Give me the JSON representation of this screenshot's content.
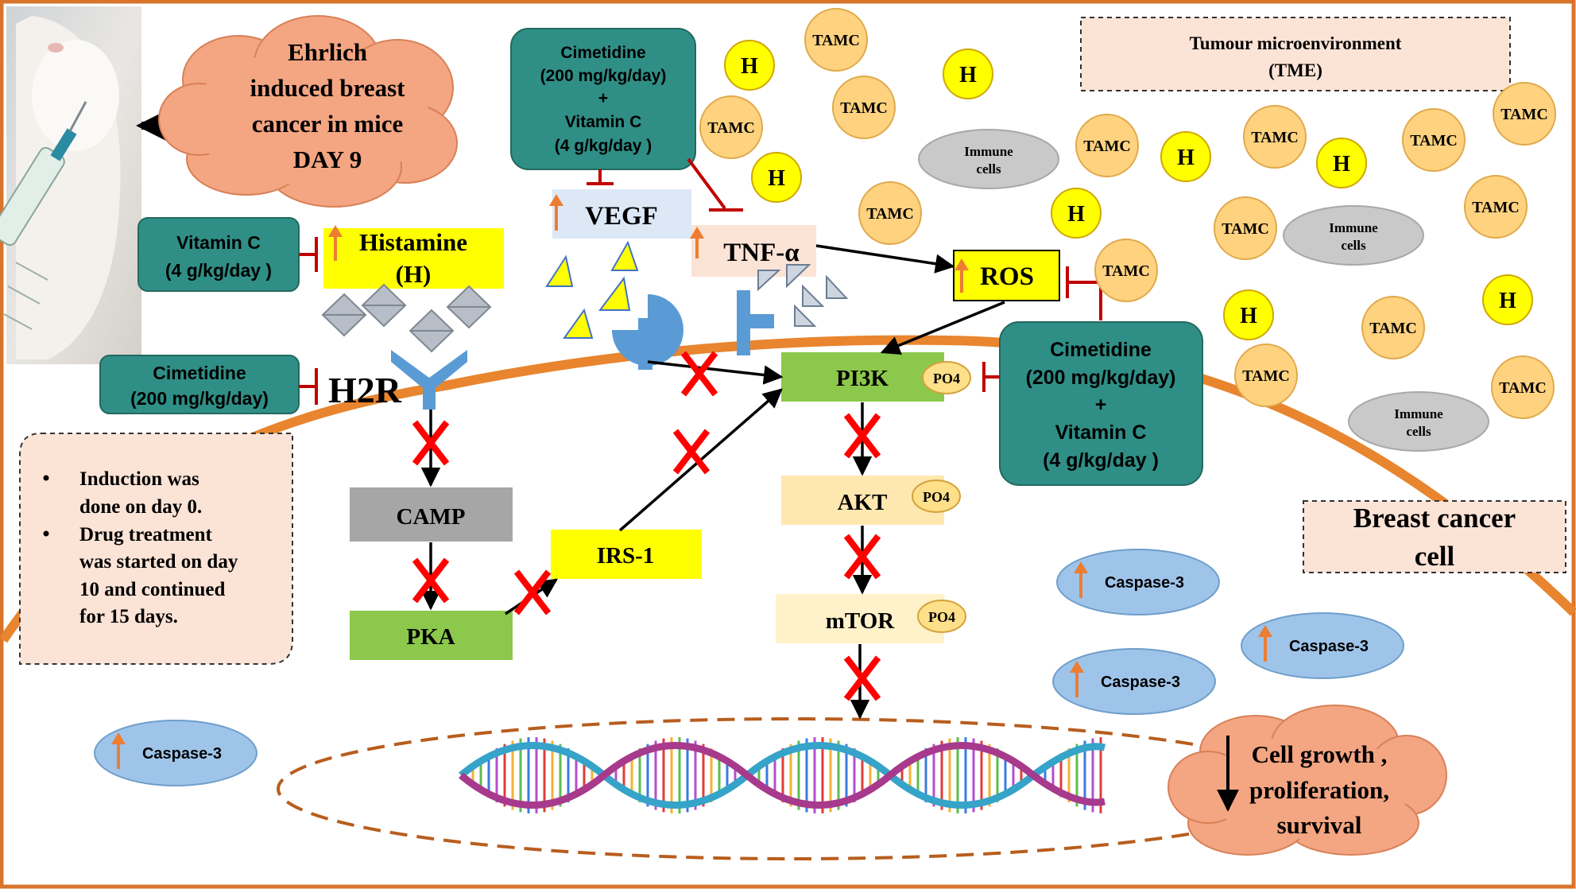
{
  "colors": {
    "frame": "#d9752b",
    "membrane": "#e8852e",
    "teal": "#2f8f86",
    "yellow": "#ffff00",
    "green": "#8cc84b",
    "gray": "#a6a6a6",
    "peach": "#ffe0a3",
    "cloud": "#f4a582",
    "caspase": "#9fc4ea",
    "tamc": "#ffd27f",
    "receptor": "#5b9bd5",
    "inhibit": "#c00000",
    "upArrow": "#ed7d31",
    "cross": "#ff0000"
  },
  "mouse_photo": {
    "icon": "mouse-injection-photo"
  },
  "clouds": {
    "ehrlich": {
      "lines": [
        "Ehrlich",
        "induced breast",
        "cancer in mice",
        "DAY 9"
      ]
    },
    "outcome": {
      "lines": [
        "Cell growth ,",
        "proliferation,",
        "survival"
      ]
    }
  },
  "drugs": {
    "top": {
      "lines": [
        "Cimetidine",
        "(200 mg/kg/day)",
        "+",
        "Vitamin  C",
        "(4 g/kg/day )"
      ]
    },
    "right": {
      "lines": [
        "Cimetidine",
        "(200 mg/kg/day)",
        "+",
        "Vitamin C",
        "(4 g/kg/day )"
      ]
    },
    "vitc": {
      "lines": [
        "Vitamin C",
        "(4 g/kg/day )"
      ]
    },
    "cim": {
      "lines": [
        "Cimetidine",
        "(200 mg/kg/day)"
      ]
    }
  },
  "molecules": {
    "histamine": {
      "lines": [
        "Histamine",
        "(H)"
      ]
    },
    "h2r": "H2R",
    "vegf": "VEGF",
    "tnf": "TNF-α",
    "ros": "ROS",
    "pi3k": "PI3K",
    "akt": "AKT",
    "mtor": "mTOR",
    "camp": "CAMP",
    "pka": "PKA",
    "irs1": "IRS-1",
    "po4": "PO4"
  },
  "tme": {
    "lines": [
      "Tumour microenvironment",
      "(TME)"
    ]
  },
  "cancer_cell": {
    "lines": [
      "Breast cancer",
      "cell"
    ]
  },
  "notes": {
    "items": [
      [
        "Induction was",
        "done on day 0."
      ],
      [
        "Drug treatment",
        "was started on day",
        "10  and continued",
        "for 15 days."
      ]
    ]
  },
  "tamc_label": "TAMC",
  "h_label": "H",
  "immune": {
    "lines": [
      "Immune",
      "cells"
    ]
  },
  "caspase_label": "Caspase-3"
}
